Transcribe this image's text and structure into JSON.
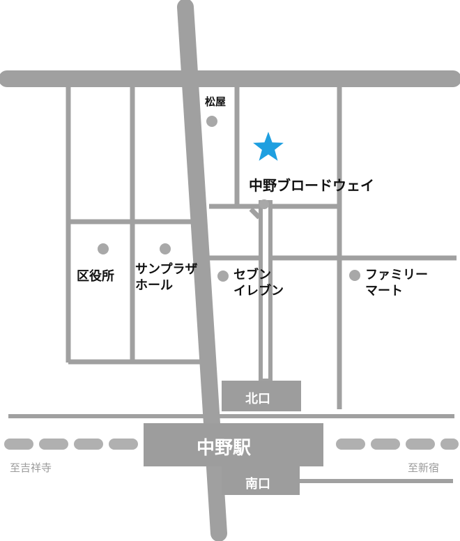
{
  "map": {
    "colors": {
      "road": "#a0a0a0",
      "road_outline": "#9a9a9a",
      "station_box": "#9d9d9d",
      "track": "#b0b0b0",
      "landmark_dot": "#a8a8a8",
      "star": "#1e9fe0",
      "label_text": "#111111",
      "station_text": "#ffffff",
      "direction_text": "#9a9a9a"
    },
    "destination": {
      "name": "中野ブロードウェイ",
      "icon": "star-icon"
    },
    "landmarks": [
      {
        "id": "matsuya",
        "lines": [
          "松屋"
        ]
      },
      {
        "id": "ward-office",
        "lines": [
          "区役所"
        ]
      },
      {
        "id": "sunplaza",
        "lines": [
          "サンプラザ",
          "ホール"
        ]
      },
      {
        "id": "seven-eleven",
        "lines": [
          "セブン",
          "イレブン"
        ]
      },
      {
        "id": "familymart",
        "lines": [
          "ファミリー",
          "マート"
        ]
      }
    ],
    "station": {
      "name": "中野駅",
      "north_exit": "北口",
      "south_exit": "南口"
    },
    "directions": {
      "west": "至吉祥寺",
      "east": "至新宿"
    }
  }
}
